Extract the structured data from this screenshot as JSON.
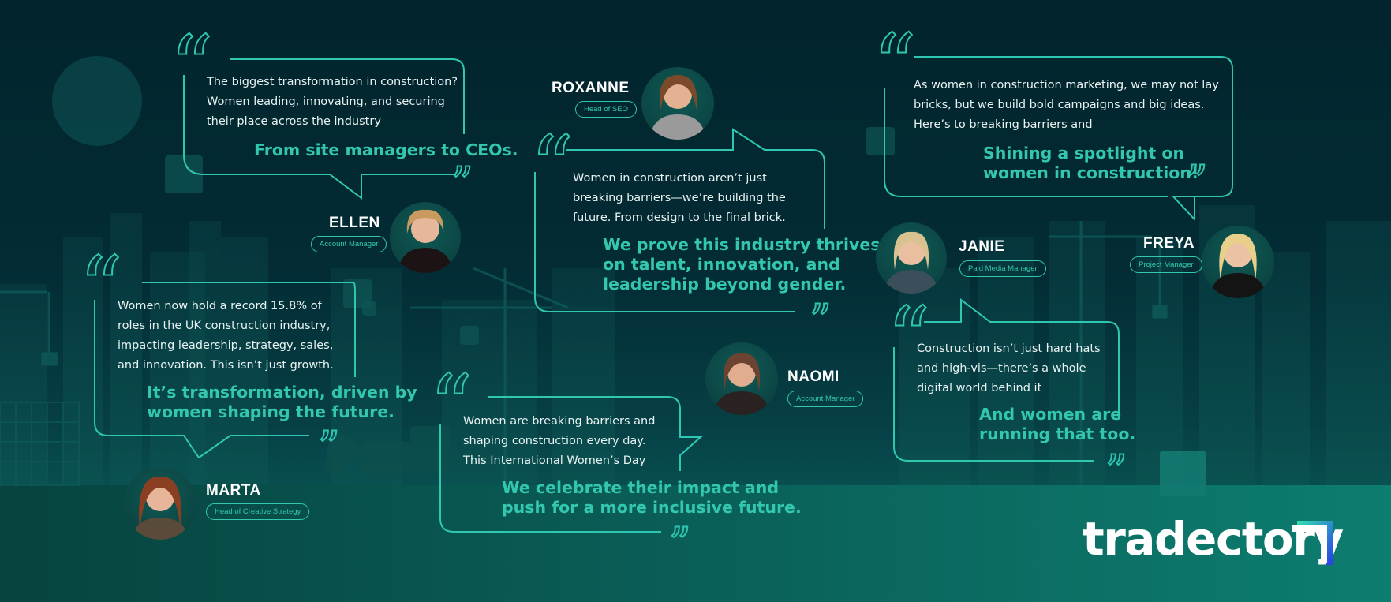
{
  "brand": {
    "logo_text": "tradectory",
    "accent": "#33c7b0",
    "background": "#032c35"
  },
  "quotes": [
    {
      "id": "ellen-quote",
      "lines": [
        "The biggest transformation in construction?",
        "Women leading, innovating, and securing",
        "their place across the industry"
      ],
      "highlight": [
        "From site managers to CEOs."
      ]
    },
    {
      "id": "roxanne-quote",
      "lines": [
        "Women in construction aren’t just",
        "breaking barriers—we’re building the",
        "future. From design to the final brick."
      ],
      "highlight": [
        "We prove this industry thrives",
        "on talent, innovation, and",
        "leadership beyond gender."
      ]
    },
    {
      "id": "freya-quote",
      "lines": [
        "As women in construction marketing, we may not lay",
        "bricks, but we build bold campaigns and big ideas.",
        "Here’s to breaking barriers and"
      ],
      "highlight": [
        "Shining a spotlight on",
        "women in construction!"
      ]
    },
    {
      "id": "marta-quote",
      "lines": [
        "Women now hold a record 15.8% of",
        "roles in the UK construction industry,",
        "impacting leadership, strategy, sales,",
        "and innovation. This isn’t just growth."
      ],
      "highlight": [
        "It’s transformation, driven by",
        "women shaping the future."
      ]
    },
    {
      "id": "naomi-quote",
      "lines": [
        "Women are breaking barriers and",
        "shaping construction every day.",
        "This International Women’s Day"
      ],
      "highlight": [
        "We celebrate their impact and",
        "push for a more inclusive future."
      ]
    },
    {
      "id": "janie-quote",
      "lines": [
        "Construction isn’t just hard hats",
        "and high-vis—there’s a whole",
        "digital world behind it"
      ],
      "highlight": [
        "And women are",
        "running that too."
      ]
    }
  ],
  "people": [
    {
      "name": "ELLEN",
      "role": "Account Manager"
    },
    {
      "name": "ROXANNE",
      "role": "Head of SEO"
    },
    {
      "name": "FREYA",
      "role": "Project Manager"
    },
    {
      "name": "JANIE",
      "role": "Paid Media Manager"
    },
    {
      "name": "NAOMI",
      "role": "Account Manager"
    },
    {
      "name": "MARTA",
      "role": "Head of Creative Strategy"
    }
  ],
  "glyphs": {
    "open_quote": "“",
    "close_quote": "”"
  }
}
